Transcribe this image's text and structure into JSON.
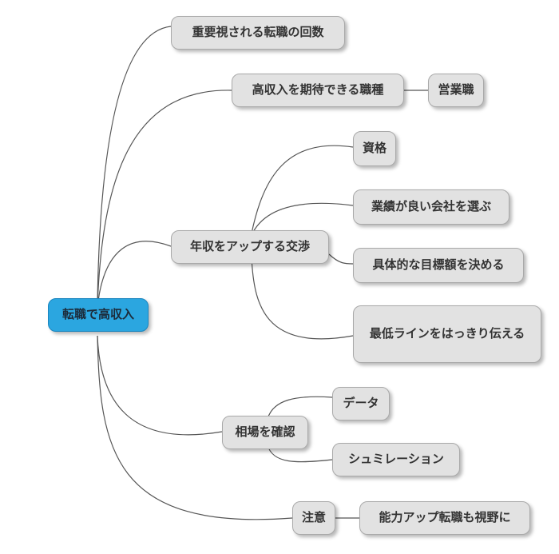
{
  "root": {
    "label": "転職で高収入"
  },
  "branches": [
    {
      "key": "b1",
      "label": "重要視される転職の回数",
      "children": []
    },
    {
      "key": "b2",
      "label": "高収入を期待できる職種",
      "children": [
        {
          "key": "b2c1",
          "label": "営業職"
        }
      ]
    },
    {
      "key": "b3",
      "label": "年収をアップする交渉",
      "children": [
        {
          "key": "b3c1",
          "label": "資格"
        },
        {
          "key": "b3c2",
          "label": "業績が良い会社を選ぶ"
        },
        {
          "key": "b3c3",
          "label": "具体的な目標額を決める"
        },
        {
          "key": "b3c4",
          "label": "最低ラインをはっきり伝える"
        }
      ]
    },
    {
      "key": "b4",
      "label": "相場を確認",
      "children": [
        {
          "key": "b4c1",
          "label": "データ"
        },
        {
          "key": "b4c2",
          "label": "シュミレーション"
        }
      ]
    },
    {
      "key": "b5",
      "label": "注意",
      "children": [
        {
          "key": "b5c1",
          "label": "能力アップ転職も視野に"
        }
      ]
    }
  ],
  "colors": {
    "root_fill": "#2ba6e0",
    "node_fill": "#e2e2e2",
    "connector": "#555555"
  }
}
